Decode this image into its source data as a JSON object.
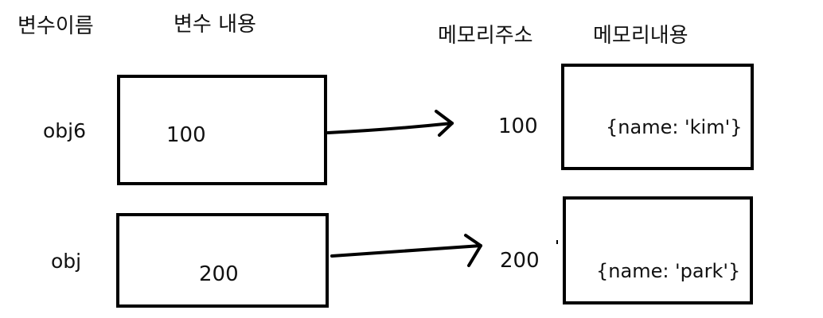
{
  "headers": {
    "var_name": "변수이름",
    "var_content": "변수 내용",
    "mem_address": "메모리주소",
    "mem_content": "메모리내용"
  },
  "rows": [
    {
      "name": "obj6",
      "content": "100",
      "address": "100",
      "memory": "{name: 'kim'}"
    },
    {
      "name": "obj",
      "content": "200",
      "address": "200",
      "memory": "{name: 'park'}"
    }
  ]
}
